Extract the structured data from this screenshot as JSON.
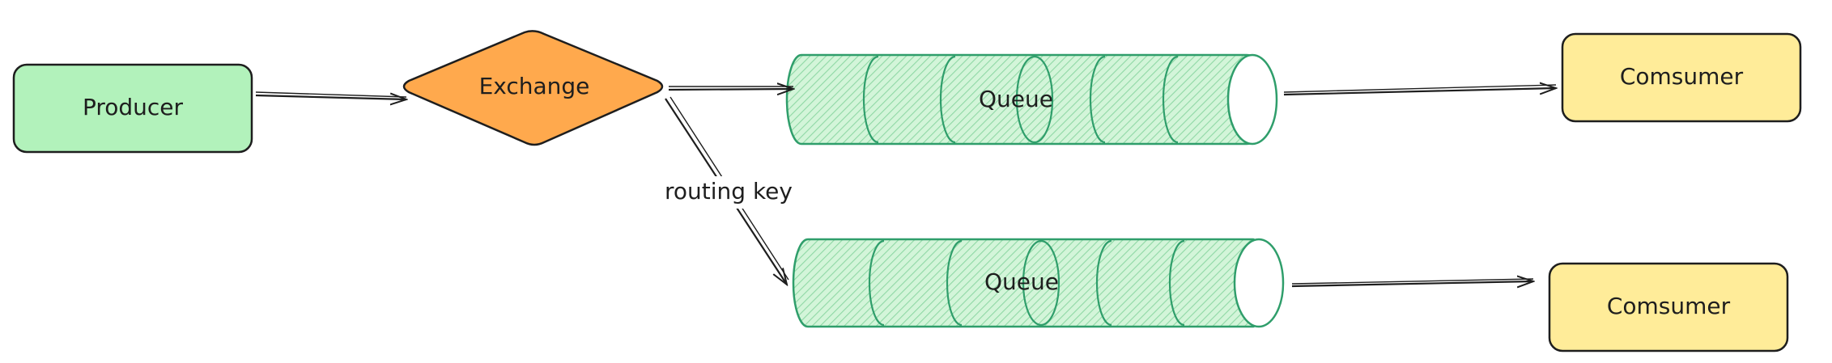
{
  "diagram": {
    "nodes": {
      "producer": {
        "label": "Producer",
        "fill": "#b2f2bb"
      },
      "exchange": {
        "label": "Exchange",
        "fill": "#ffa94d"
      },
      "queue_top": {
        "label": "Queue",
        "fill": "#b2f2bb",
        "stroke": "#2f9e6b"
      },
      "queue_bottom": {
        "label": "Queue",
        "fill": "#b2f2bb",
        "stroke": "#2f9e6b"
      },
      "consumer_top": {
        "label": "Comsumer",
        "fill": "#ffec99"
      },
      "consumer_bottom": {
        "label": "Comsumer",
        "fill": "#ffec99"
      }
    },
    "edges": {
      "routing_key_label": "routing key"
    },
    "colors": {
      "stroke": "#1e1e1e",
      "queue_stroke": "#2f9e6b"
    }
  }
}
